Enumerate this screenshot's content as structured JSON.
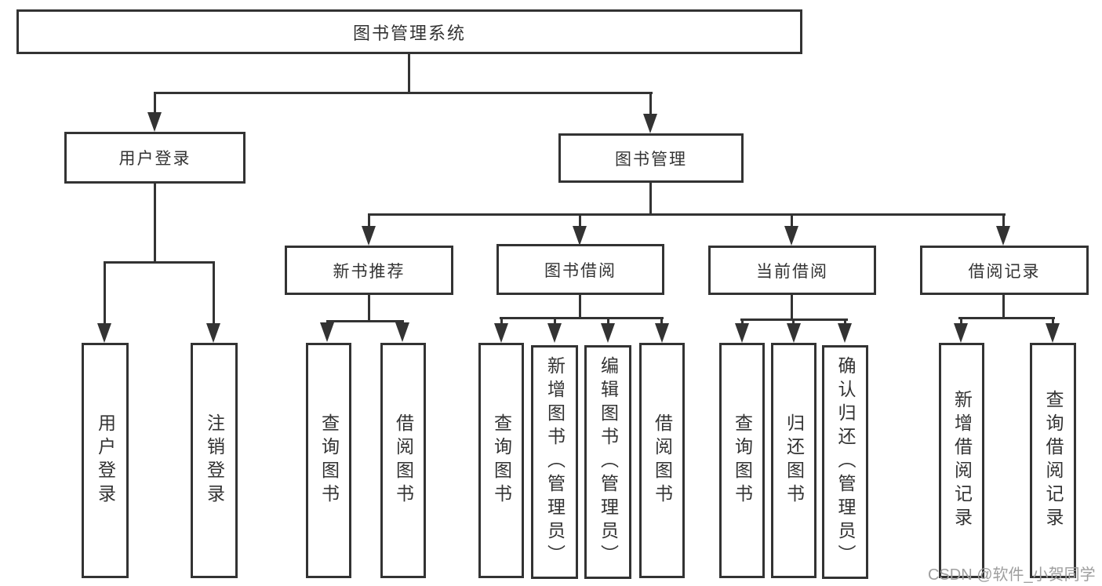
{
  "diagram": {
    "type": "tree",
    "root": {
      "label": "图书管理系统",
      "children": [
        {
          "label": "用户登录",
          "children": [
            {
              "label": "用户登录"
            },
            {
              "label": "注销登录"
            }
          ]
        },
        {
          "label": "图书管理",
          "children": [
            {
              "label": "新书推荐",
              "children": [
                {
                  "label": "查询图书"
                },
                {
                  "label": "借阅图书"
                }
              ]
            },
            {
              "label": "图书借阅",
              "children": [
                {
                  "label": "查询图书"
                },
                {
                  "label": "新增图书（管理员）"
                },
                {
                  "label": "编辑图书（管理员）"
                },
                {
                  "label": "借阅图书"
                }
              ]
            },
            {
              "label": "当前借阅",
              "children": [
                {
                  "label": "查询图书"
                },
                {
                  "label": "归还图书"
                },
                {
                  "label": "确认归还（管理员）"
                }
              ]
            },
            {
              "label": "借阅记录",
              "children": [
                {
                  "label": "新增借阅记录"
                },
                {
                  "label": "查询借阅记录"
                }
              ]
            }
          ]
        }
      ]
    }
  },
  "watermark": {
    "text": "CSDN @软件_小贺同学"
  },
  "colors": {
    "line": "#333333",
    "box_background": "#ffffff",
    "text": "#333333",
    "watermark": "#9e9e9e"
  }
}
